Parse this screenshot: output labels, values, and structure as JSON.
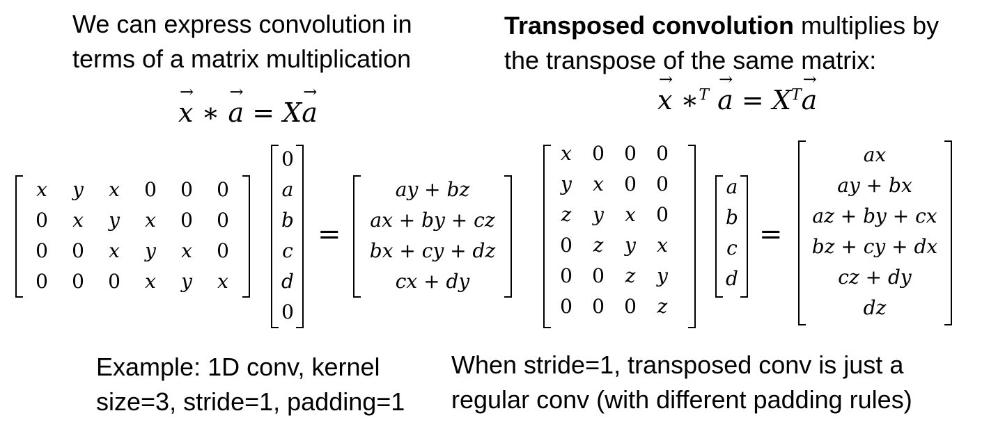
{
  "left_heading": {
    "line1": "We can express convolution in",
    "line2": "terms of a matrix multiplication"
  },
  "right_heading": {
    "bold": "Transposed convolution",
    "rest1": " multiplies by",
    "line2": "the transpose of the same matrix:"
  },
  "left_equation": {
    "x": "x",
    "op": "∗",
    "a": "a",
    "eq": "=",
    "X": "X",
    "a2": "a"
  },
  "right_equation": {
    "x": "x",
    "op": "∗",
    "T": "T",
    "a": "a",
    "eq": "=",
    "X": "X",
    "T2": "T",
    "a2": "a"
  },
  "left_matrix": [
    [
      "x",
      "y",
      "x",
      "0",
      "0",
      "0"
    ],
    [
      "0",
      "x",
      "y",
      "x",
      "0",
      "0"
    ],
    [
      "0",
      "0",
      "x",
      "y",
      "x",
      "0"
    ],
    [
      "0",
      "0",
      "0",
      "x",
      "y",
      "x"
    ]
  ],
  "left_vector": [
    "0",
    "a",
    "b",
    "c",
    "d",
    "0"
  ],
  "left_result": [
    "ay + bz",
    "ax + by + cz",
    "bx + cy + dz",
    "cx + dy"
  ],
  "right_matrix": [
    [
      "x",
      "0",
      "0",
      "0"
    ],
    [
      "y",
      "x",
      "0",
      "0"
    ],
    [
      "z",
      "y",
      "x",
      "0"
    ],
    [
      "0",
      "z",
      "y",
      "x"
    ],
    [
      "0",
      "0",
      "z",
      "y"
    ],
    [
      "0",
      "0",
      "0",
      "z"
    ]
  ],
  "right_vector": [
    "a",
    "b",
    "c",
    "d"
  ],
  "right_result": [
    "ax",
    "ay + bx",
    "az + by + cx",
    "bz + cy + dx",
    "cz + dy",
    "dz"
  ],
  "equals": "=",
  "left_footer": {
    "line1": "Example: 1D conv, kernel",
    "line2": "size=3, stride=1, padding=1"
  },
  "right_footer": {
    "line1": "When stride=1, transposed conv is just a",
    "line2": "regular conv (with different padding rules)"
  }
}
